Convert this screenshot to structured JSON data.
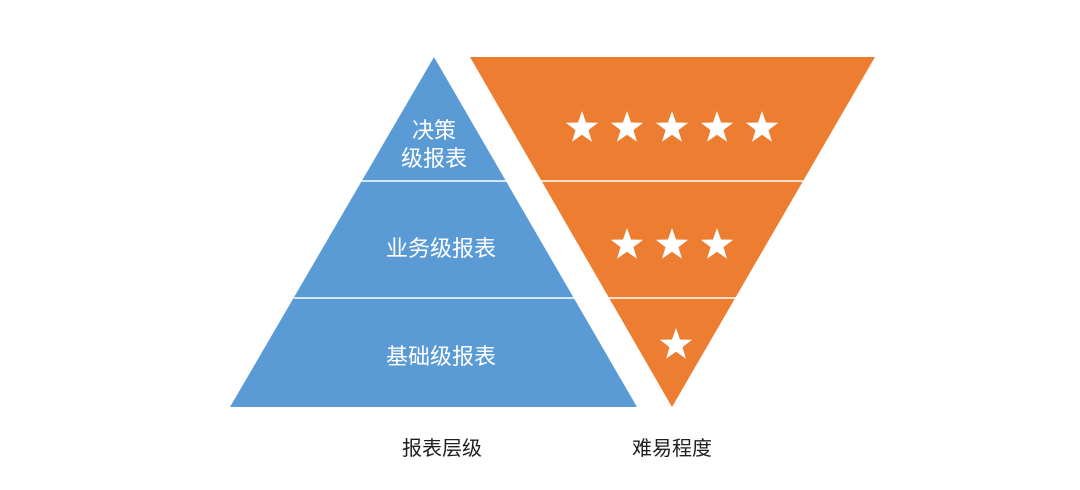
{
  "colors": {
    "pyramid_fill": "#5b9bd5",
    "inverted_fill": "#ed7d31",
    "divider": "#ffffff",
    "tier_text": "#ffffff",
    "caption_text": "#1f1f1f"
  },
  "pyramid": {
    "caption": "报表层级",
    "tiers": [
      {
        "label_line1": "决策",
        "label_line2": "级报表"
      },
      {
        "label": "业务级报表"
      },
      {
        "label": "基础级报表"
      }
    ]
  },
  "difficulty": {
    "caption": "难易程度",
    "star_icon": "star-icon",
    "levels": [
      {
        "stars": 5
      },
      {
        "stars": 3
      },
      {
        "stars": 1
      }
    ]
  }
}
